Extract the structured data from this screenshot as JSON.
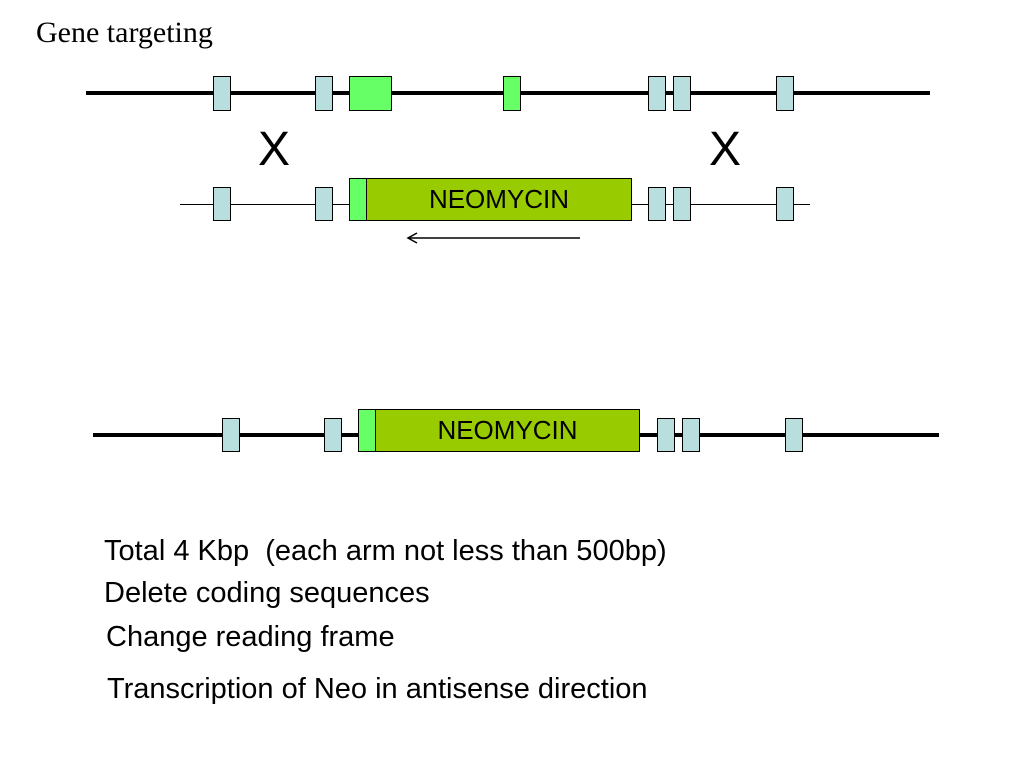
{
  "title": "Gene targeting",
  "crossover_marker": "X",
  "cassette_label": "NEOMYCIN",
  "cassette_orientation": "antisense",
  "colors": {
    "exon": "#b9dede",
    "targeted_exon": "#66ff66",
    "neomycin_cassette": "#99cc00",
    "line": "#000000"
  },
  "notes": [
    "Total 4 Kbp  (each arm not less than 500bp)",
    "Delete coding sequences",
    "Change reading frame",
    "Transcription of Neo in antisense direction"
  ]
}
